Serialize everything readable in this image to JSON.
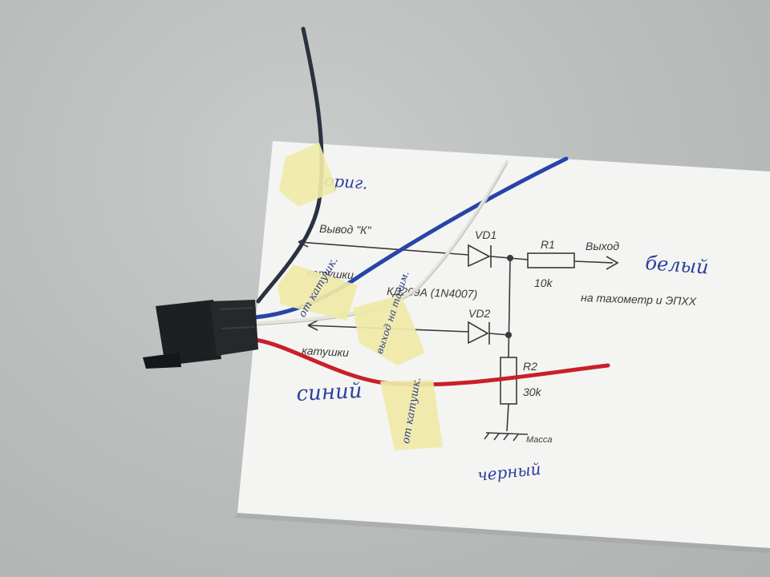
{
  "photo": {
    "description_labels": {
      "input_k": "Вывод  \"К\"",
      "coil_1": "катушки",
      "coil_2": "катушки",
      "diode_part": "КД209А (1N4007)",
      "vd1": "VD1",
      "vd2": "VD2",
      "r1": "R1",
      "r1_value": "10k",
      "r2": "R2",
      "r2_value": "30k",
      "output": "Выход",
      "output_dest": "на тахометр и ЭПХХ",
      "ground": "Масса"
    },
    "handwritten": {
      "orig": "ориг.",
      "white": "белый",
      "blue": "синий",
      "black": "черный"
    },
    "tapes": {
      "tape_top": "",
      "tape_left": "от катушк.",
      "tape_mid": "выход на тахим.",
      "tape_bottom": "от катушк."
    },
    "colors": {
      "table": "#b9bdbc",
      "paper": "#f4f4f2",
      "tape": "#efe9a8",
      "wire_black": "#2a3140",
      "wire_blue": "#2744a8",
      "wire_white": "#ecebe4",
      "wire_red": "#c8202a",
      "ink_blue": "#2b3f9e",
      "connector": "#1e1f22"
    }
  }
}
